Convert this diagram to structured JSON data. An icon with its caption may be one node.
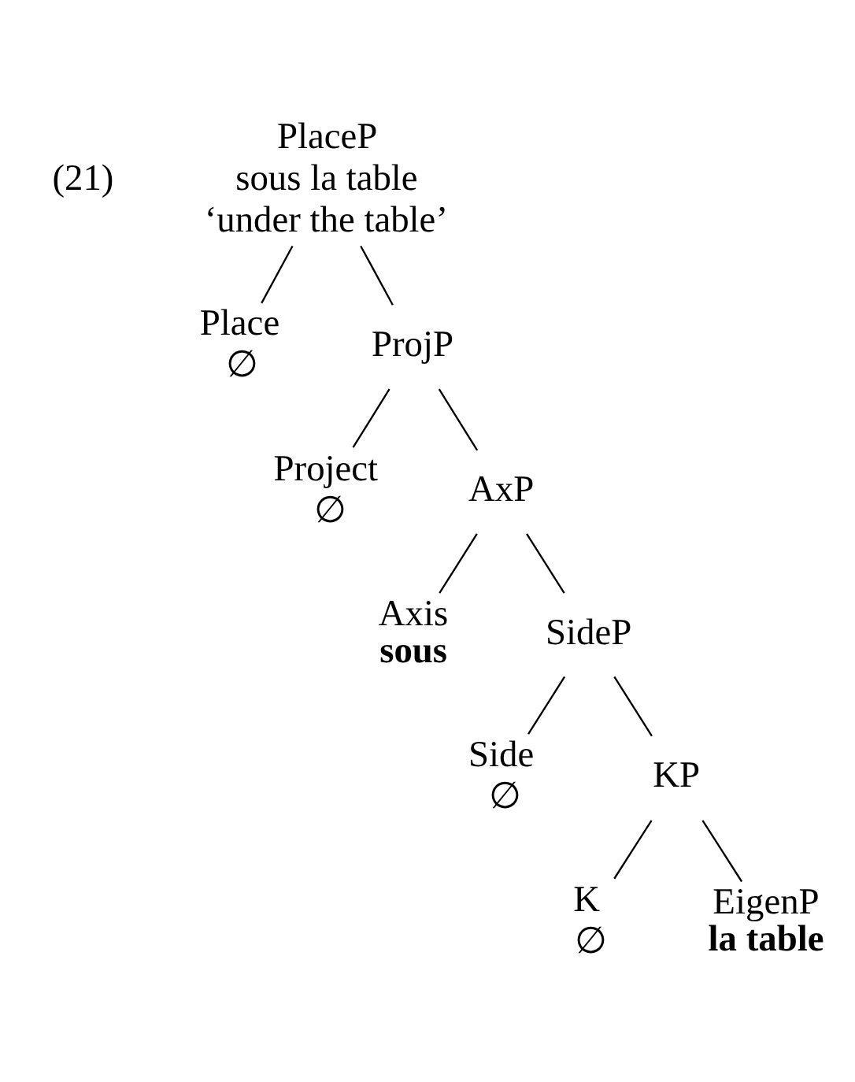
{
  "diagram": {
    "nodes": [
      {
        "text": [
          "PlaceP",
          "sous la table",
          "‘under the table’"
        ]
      },
      {
        "text": [
          "Place",
          "∅"
        ]
      },
      {
        "text": [
          "ProjP"
        ]
      },
      {
        "text": [
          "Project",
          "∅"
        ]
      },
      {
        "text": [
          "AxP"
        ]
      },
      {
        "text": [
          "Axis",
          "sous"
        ]
      },
      {
        "text": [
          "SideP"
        ]
      },
      {
        "text": [
          "Side",
          "∅"
        ]
      },
      {
        "text": [
          "KP"
        ]
      },
      {
        "text": [
          "K",
          "∅"
        ]
      },
      {
        "text": [
          "EigenP",
          "la table"
        ]
      }
    ],
    "edges": [
      {
        "from": 0,
        "to": 1,
        "arrow": "none"
      },
      {
        "from": 0,
        "to": 2,
        "arrow": "none"
      },
      {
        "from": 2,
        "to": 3,
        "arrow": "none"
      },
      {
        "from": 2,
        "to": 4,
        "arrow": "none"
      },
      {
        "from": 4,
        "to": 5,
        "arrow": "none"
      },
      {
        "from": 4,
        "to": 6,
        "arrow": "none"
      },
      {
        "from": 6,
        "to": 7,
        "arrow": "none"
      },
      {
        "from": 6,
        "to": 8,
        "arrow": "none"
      },
      {
        "from": 8,
        "to": 9,
        "arrow": "none"
      },
      {
        "from": 8,
        "to": 10,
        "arrow": "none"
      }
    ],
    "labels": [
      "(21)"
    ]
  }
}
